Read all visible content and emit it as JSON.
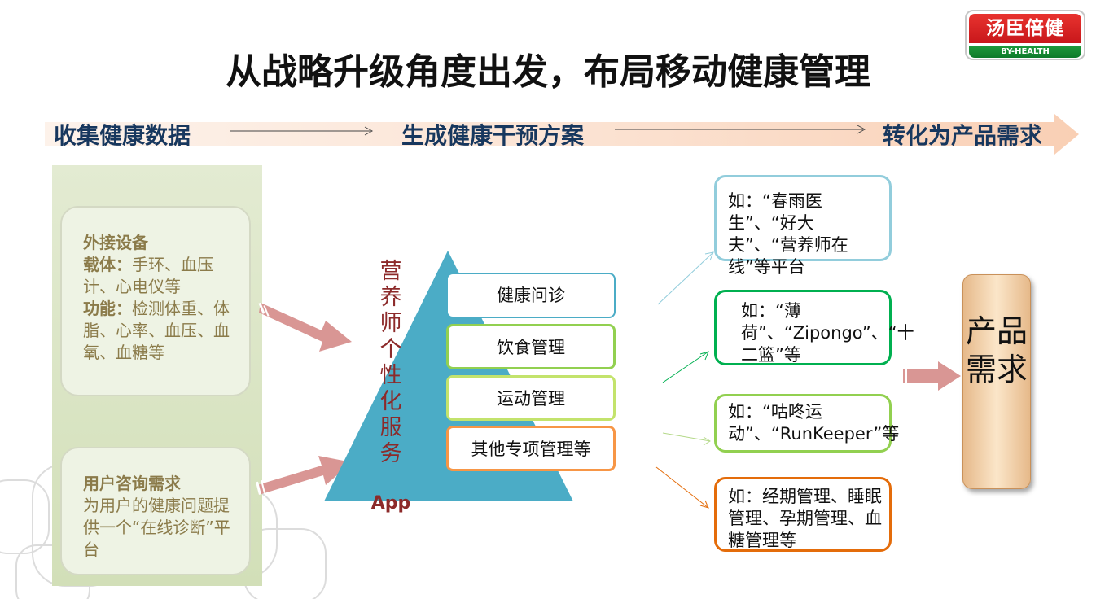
{
  "title": "从战略升级角度出发，布局移动健康管理",
  "logo": {
    "name": "汤臣倍健",
    "sub": "BY-HEALTH"
  },
  "flow": {
    "step1": "收集健康数据",
    "step2": "生成健康干预方案",
    "step3": "转化为产品需求"
  },
  "sources": [
    {
      "heading": "外接设备",
      "l1_key": "载体：",
      "l1_val": "手环、血压计、心电仪等",
      "l2_key": "功能：",
      "l2_val": "检测体重、体脂、心率、血压、血氧、血糖等"
    },
    {
      "heading": "用户咨询需求",
      "text": "为用户的健康问题提供一个“在线诊断”平台"
    }
  ],
  "pyramid": {
    "label": "营养师个性化服务",
    "app": "App"
  },
  "tiers": [
    "健康问诊",
    "饮食管理",
    "运动管理",
    "其他专项管理等"
  ],
  "platforms": [
    "如：“春雨医生”、“好大夫”、“营养师在线”等平台",
    "如：“薄荷”、“Zipongo”、“十二篮”等",
    "如：“咕咚运动”、“RunKeeper”等",
    "如：经期管理、睡眠管理、孕期管理、血糖管理等"
  ],
  "demand": "产品需求",
  "colors": {
    "title_flow": "#17375e",
    "pyramid": "#4bacc6",
    "tier_blue": "#4bacc6",
    "tier_green": "#92d050",
    "tier_orange": "#f79646",
    "plat_blue": "#92cddc",
    "plat_green": "#00b050",
    "plat_lightgreen": "#92d050",
    "plat_orange": "#e46c0a",
    "arrow_pink": "#d99694"
  }
}
